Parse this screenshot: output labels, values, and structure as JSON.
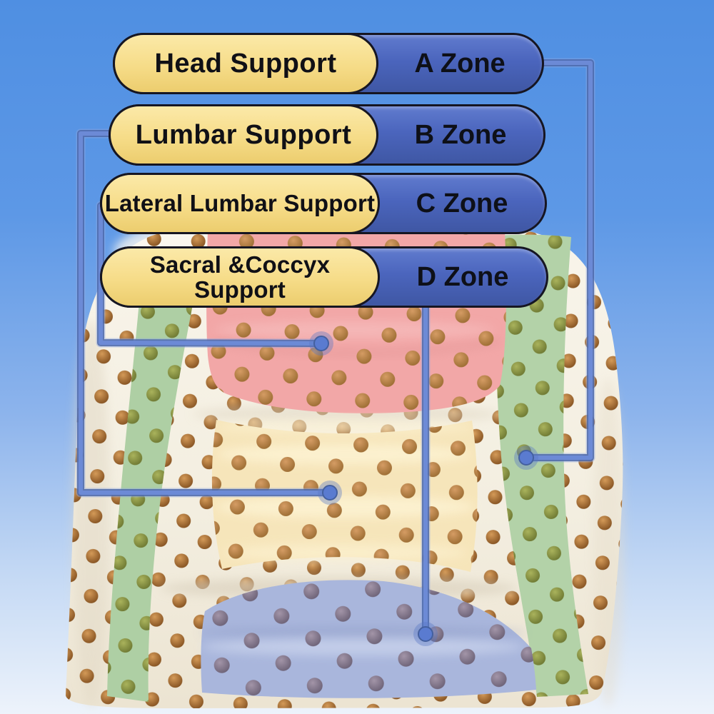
{
  "legend": {
    "items": [
      {
        "support_label": "Head Support",
        "zone_label": "A Zone"
      },
      {
        "support_label": "Lumbar Support",
        "zone_label": "B Zone"
      },
      {
        "support_label": "Lateral Lumbar Support",
        "zone_label": "C Zone"
      },
      {
        "support_label": "Sacral &Coccyx Support",
        "zone_label": "D Zone"
      }
    ]
  },
  "palette": {
    "background_top": "#4f8fe2",
    "background_bottom": "#edf3fb",
    "pill_yellow": "#f6dc88",
    "pill_blue": "#4b65bd",
    "pill_outline": "#161622",
    "connector_line": "#5677c4",
    "cushion_cream": "#f3eee0",
    "side_band_green": "#aecfa4",
    "zone_a_pink": "#f2a7a7",
    "zone_b_yellow": "#f6e5ba",
    "zone_d_blue": "#a9b6dc",
    "hole_brown": "#7d4b1c",
    "hole_olive": "#67722e",
    "hole_purple": "#675d72"
  }
}
